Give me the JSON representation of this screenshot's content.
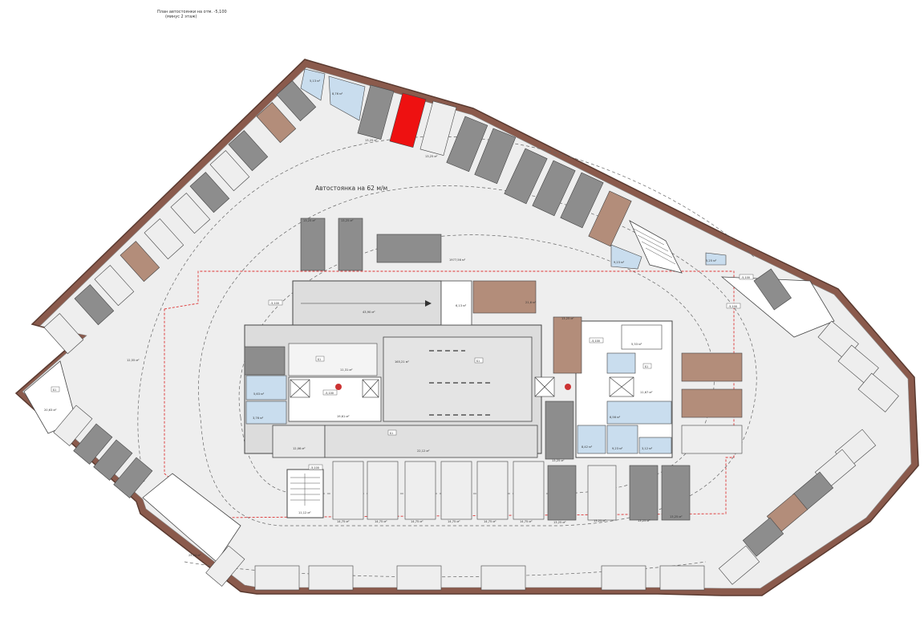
{
  "header": {
    "title_line1": "План автостоянки на отм. -5,100",
    "title_line2": "(минус 2 этаж)"
  },
  "plan": {
    "parking_label": "Автостоянка на 62 м/м",
    "level_tags": [
      "-5,100",
      "-5,100",
      "-5,100",
      "-5,100",
      "-5,100",
      "-5,100"
    ],
    "room_tags": [
      "Б1",
      "Б1",
      "Б1",
      "Б1",
      "Б1"
    ],
    "area_labels": {
      "stall": "13,25 м²",
      "stall_row": "14,75 м²",
      "room_top_a": "5,13 м²",
      "room_top_b": "8,76 м²",
      "main_hall": "1977,56 м²",
      "ramp": "43,90 м²",
      "room_center_top": "6,13 м²",
      "core_left": "11,31 м²",
      "central": "165,21 м²",
      "room_left_a": "5,63 м²",
      "room_left_b": "3,76 м²",
      "lobby_left": "19,61 м²",
      "corridor_left": "12,06 м²",
      "corridor_mid": "22,12 м²",
      "stairs": "11,12 м²",
      "room_right_a": "5,33 м²",
      "room_right_b": "11,67 м²",
      "room_right_c": "6,56 м²",
      "room_right_d": "8,42 м²",
      "room_right_e": "3,12 м²",
      "room_right_f": "9,23 м²",
      "room_ne": "9,23 м²",
      "room_ne_small": "5,25 м²",
      "room_sw": "25,94 м²",
      "room_sw_b": "20,63 м²",
      "room_w": "12,55 м²",
      "accessible": "21,6 м²"
    },
    "legend_colors": {
      "wall": "#8a5a4c",
      "slab_outline": "#5a3a30",
      "floor": "#eeeeee",
      "standard_stall": "#8d8d8d",
      "accessible_stall": "#b38d7a",
      "selected_stall": "#ee1111",
      "technical_room": "#c9ddee",
      "zone_boundary": "#dd3333"
    }
  }
}
